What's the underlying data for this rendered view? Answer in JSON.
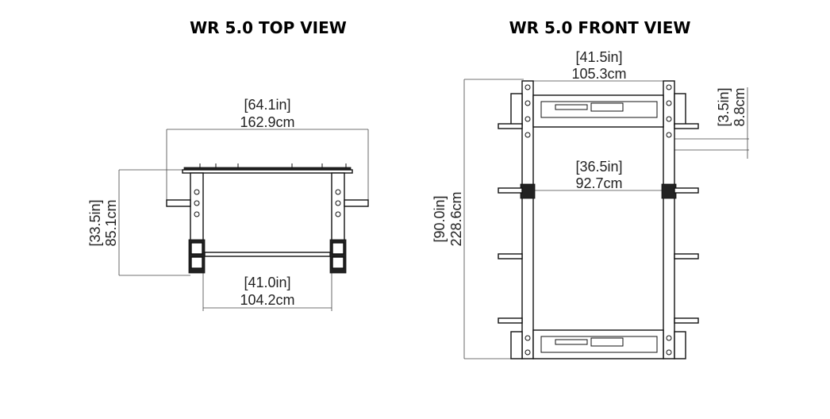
{
  "top_view": {
    "title": "WR 5.0 TOP VIEW",
    "overall_width_in": "[64.1in]",
    "overall_width_cm": "162.9cm",
    "depth_in": "[33.5in]",
    "depth_cm": "85.1cm",
    "inner_width_in": "[41.0in]",
    "inner_width_cm": "104.2cm"
  },
  "front_view": {
    "title": "WR 5.0 FRONT VIEW",
    "outer_width_in": "[41.5in]",
    "outer_width_cm": "105.3cm",
    "inner_width_in": "[36.5in]",
    "inner_width_cm": "92.7cm",
    "height_in": "[90.0in]",
    "height_cm": "228.6cm",
    "crossmember_in": "[3.5in]",
    "crossmember_cm": "8.8cm"
  }
}
